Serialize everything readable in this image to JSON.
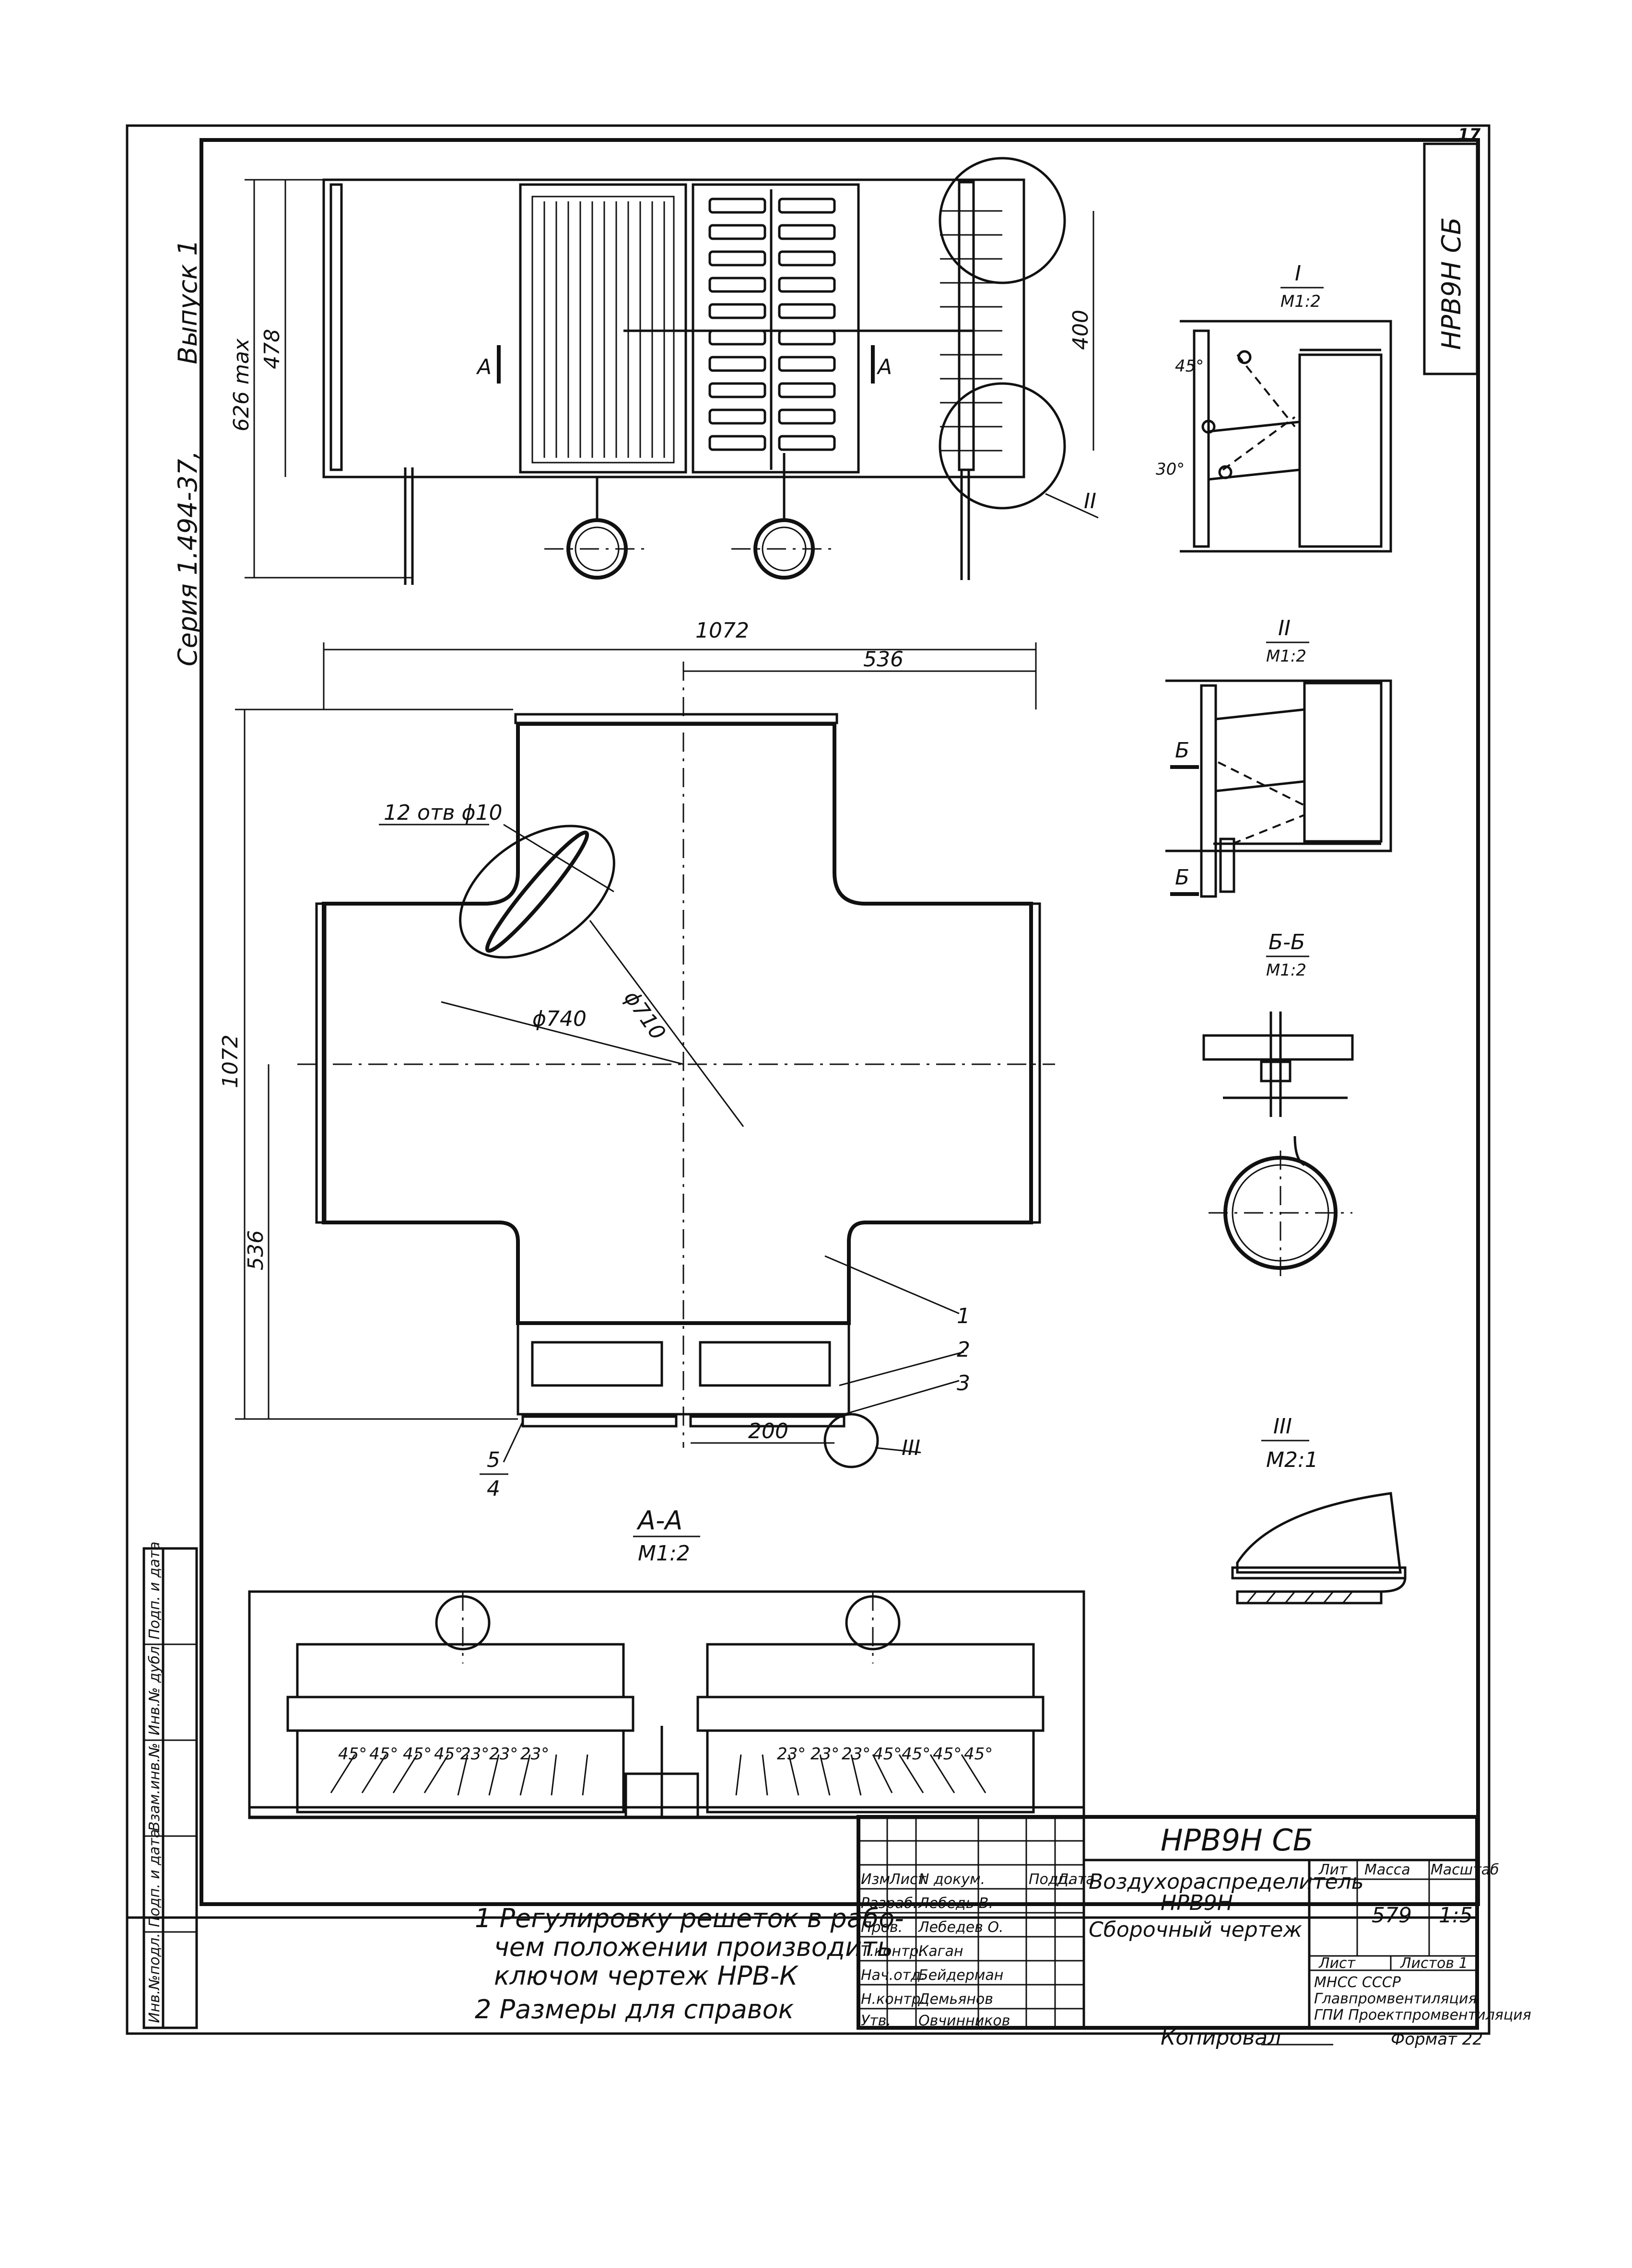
{
  "sheet": {
    "page_number": "17",
    "stamp_code": "НРВ9Н СБ",
    "series": "Серия 1.494-37,",
    "issue": "Выпуск 1",
    "copied_by": "Копировал",
    "format": "Формат 22"
  },
  "views": {
    "top_view": {
      "dim_height_max": "626 max",
      "dim_height": "478",
      "dim_right": "400",
      "section_marker": "А",
      "callout_two": "II"
    },
    "plan": {
      "dim_total_width": "1072",
      "dim_half_width": "536",
      "dim_total_height": "1072",
      "dim_half_height": "536",
      "holes": "12 отв ϕ10",
      "dia_outer": "ϕ740",
      "dia_inner": "ϕ710",
      "dim_200": "200",
      "pos_1": "1",
      "pos_2": "2",
      "pos_3": "3",
      "pos_5": "5",
      "pos_4": "4",
      "callout_three": "III"
    },
    "detail_1": {
      "num": "I",
      "scale": "М1:2",
      "angle_a": "45°",
      "angle_b": "30°"
    },
    "detail_2": {
      "num": "II",
      "scale": "М1:2",
      "marker": "Б"
    },
    "section_bb": {
      "title": "Б-Б",
      "scale": "М1:2"
    },
    "detail_3": {
      "num": "III",
      "scale": "М2:1"
    },
    "section_aa": {
      "title": "А-А",
      "scale": "М1:2",
      "angles_left": [
        "45°",
        "45°",
        "45°",
        "45°",
        "23°",
        "23°",
        "23°"
      ],
      "angles_right": [
        "23°",
        "23°",
        "23°",
        "45°",
        "45°",
        "45°",
        "45°"
      ]
    }
  },
  "notes": [
    "1  Регулировку  решеток в рабо-\nчем положении производить\nключом чертеж НРВ-К",
    "2   Размеры  для  справок"
  ],
  "side_stamp": [
    "Инв.№подл.",
    "Подп. и дата",
    "Взам.инв.№",
    "Инв.№ дубл.",
    "Подп. и дата"
  ],
  "title_block": {
    "code": "НРВ9Н СБ",
    "name": "Воздухораспределитель\nНРВ9Н",
    "doc_type": "Сборочный чертеж",
    "col_headers": [
      "Изм",
      "Лист",
      "N докум.",
      "Подп.",
      "Дата"
    ],
    "rows": [
      {
        "role": "Разраб.",
        "name": "Лебедь В."
      },
      {
        "role": "Пров.",
        "name": "Лебедев О."
      },
      {
        "role": "Т.контр.",
        "name": "Каган"
      },
      {
        "role": "Нач.отд.",
        "name": "Бейдерман"
      },
      {
        "role": "Н.контр.",
        "name": "Демьянов"
      },
      {
        "role": "Утв.",
        "name": "Овчинников"
      }
    ],
    "lit_label": "Лит",
    "mass_label": "Масса",
    "scale_label": "Масштаб",
    "mass": "579",
    "scale": "1:5",
    "sheet_label": "Лист",
    "sheets_label": "Листов 1",
    "org": "МНСС          СССР\nГлавпромвентиляция\nГПИ Проектпромвентиляция"
  }
}
